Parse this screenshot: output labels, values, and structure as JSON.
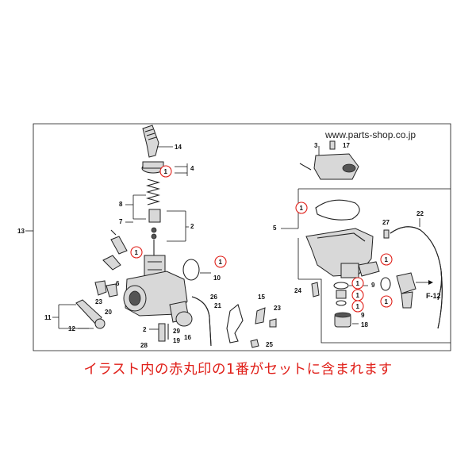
{
  "website": "www.parts-shop.co.jp",
  "note": "イラスト内の赤丸印の1番がセットに含まれます",
  "kit_marker_label": "1",
  "ref_label": "F-12",
  "parts": {
    "p2a": "2",
    "p2b": "2",
    "p3": "3",
    "p4": "4",
    "p5": "5",
    "p6": "6",
    "p7": "7",
    "p8": "8",
    "p9a": "9",
    "p9b": "9",
    "p10": "10",
    "p11": "11",
    "p12": "12",
    "p13": "13",
    "p14": "14",
    "p15": "15",
    "p16": "16",
    "p17": "17",
    "p18": "18",
    "p19": "19",
    "p20": "20",
    "p21": "21",
    "p22": "22",
    "p23a": "23",
    "p23b": "23",
    "p24": "24",
    "p25": "25",
    "p26": "26",
    "p27": "27",
    "p28": "28",
    "p29": "29"
  }
}
